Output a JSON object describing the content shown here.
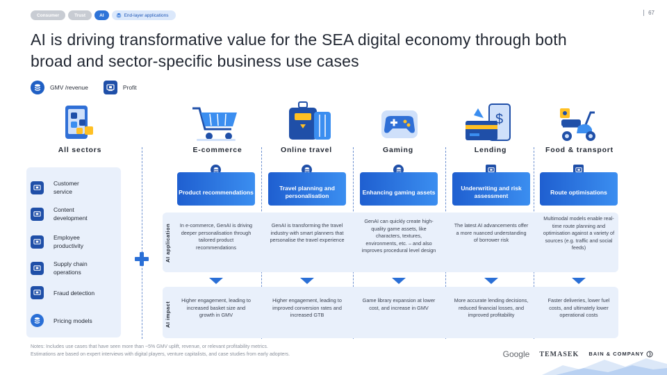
{
  "tags": {
    "consumer": "Consumer",
    "trust": "Trust",
    "ai": "AI",
    "end_layer": "End-layer applications"
  },
  "page_number": "67",
  "title": "AI is driving transformative value for the SEA digital economy through both broad and sector-specific business use cases",
  "legend": {
    "gmv": "GMV /revenue",
    "profit": "Profit"
  },
  "all_sectors": {
    "heading": "All sectors",
    "items": [
      {
        "label": "Customer service",
        "icon": "profit-icon"
      },
      {
        "label": "Content development",
        "icon": "profit-icon"
      },
      {
        "label": "Employee productivity",
        "icon": "profit-icon"
      },
      {
        "label": "Supply chain operations",
        "icon": "profit-icon"
      },
      {
        "label": "Fraud detection",
        "icon": "profit-icon"
      },
      {
        "label": "Pricing models",
        "icon": "gmv-icon"
      }
    ]
  },
  "band_labels": {
    "application": "AI application",
    "impact": "AI impact"
  },
  "sectors": [
    {
      "heading": "E-commerce",
      "use_case": "Product recommendations",
      "icon": "gmv-icon",
      "application": "In e-commerce, GenAI is driving deeper personalisation through tailored product recommendations",
      "impact": "Higher engagement, leading to increased basket size and growth in GMV"
    },
    {
      "heading": "Online travel",
      "use_case": "Travel planning and personalisation",
      "icon": "gmv-icon",
      "application": "GenAI is transforming the travel industry with smart planners that personalise the travel experience",
      "impact": "Higher engagement, leading to improved conversion rates and increased GTB"
    },
    {
      "heading": "Gaming",
      "use_case": "Enhancing gaming assets",
      "icon": "gmv-icon",
      "application": "GenAI can quickly create high-quality game assets, like characters, textures, environments, etc. – and also improves procedural level design",
      "impact": "Game library expansion at lower cost, and increase in GMV"
    },
    {
      "heading": "Lending",
      "use_case": "Underwriting and risk assessment",
      "icon": "profit-icon",
      "application": "The latest AI advancements offer a more nuanced understanding of borrower risk",
      "impact": "More accurate lending decisions, reduced financial losses, and improved profitability"
    },
    {
      "heading": "Food & transport",
      "use_case": "Route optimisations",
      "icon": "profit-icon",
      "application": "Multimodal models enable real-time route planning and optimisation against a variety of sources (e.g. traffic and social feeds)",
      "impact": "Faster deliveries, lower fuel costs, and ultimately lower operational costs"
    }
  ],
  "notes": [
    "Notes: Includes use cases that have seen more than ~5% GMV uplift, revenue, or relevant profitability metrics.",
    "Estimations are based on expert interviews with digital players, venture capitalists, and case studies from early adopters."
  ],
  "logos": {
    "google": "Google",
    "temasek": "TEMASEK",
    "bain": "BAIN & COMPANY"
  },
  "colors": {
    "accent": "#2a6fd6",
    "dark_blue": "#1f4fa8",
    "band": "#e9f0fb"
  }
}
